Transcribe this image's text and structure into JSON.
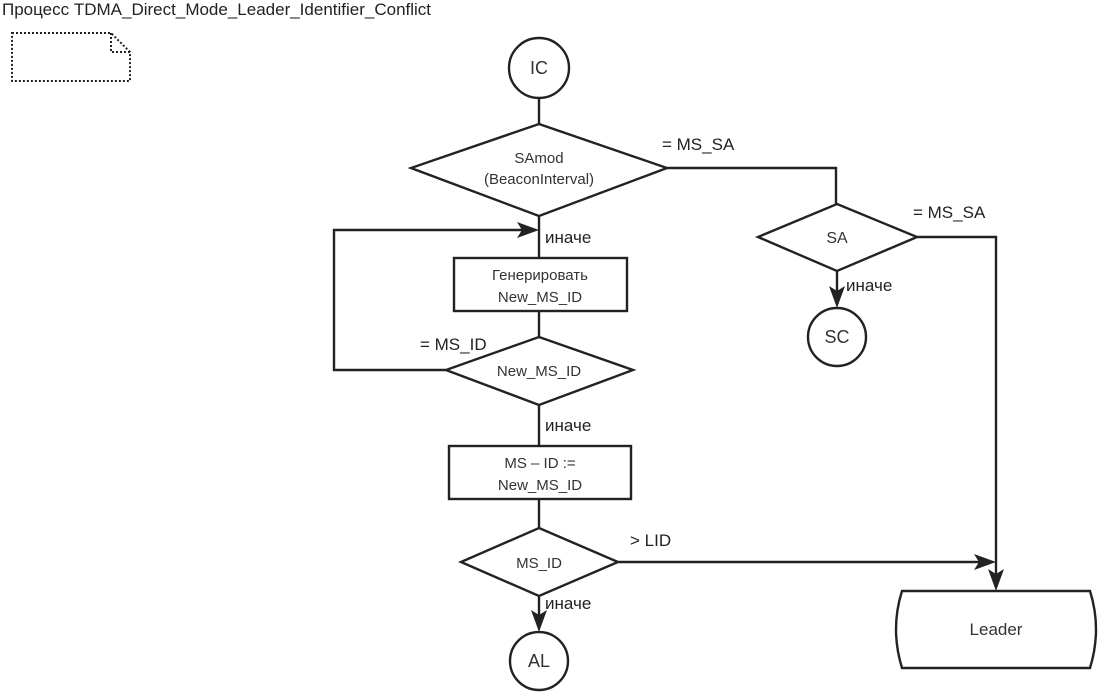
{
  "title": "Процесс TDMA_Direct_Mode_Leader_Identifier_Conflict",
  "nodes": {
    "ic": {
      "label": "IC"
    },
    "samod": {
      "line1": "SAmod",
      "line2": "(BeaconInterval)"
    },
    "generate": {
      "line1": "Генерировать",
      "line2": "New_MS_ID"
    },
    "new_ms_id": {
      "label": "New_MS_ID"
    },
    "assign": {
      "line1": "MS – ID :=",
      "line2": "New_MS_ID"
    },
    "ms_id": {
      "label": "MS_ID"
    },
    "al": {
      "label": "AL"
    },
    "sa": {
      "label": "SA"
    },
    "sc": {
      "label": "SC"
    },
    "leader": {
      "label": "Leader"
    }
  },
  "edges": {
    "samod_eq": "= MS_SA",
    "samod_else": "иначе",
    "sa_eq": "= MS_SA",
    "sa_else": "иначе",
    "new_ms_id_eq": "= MS_ID",
    "new_ms_id_else": "иначе",
    "ms_id_gt": "> LID",
    "ms_id_else": "иначе"
  }
}
